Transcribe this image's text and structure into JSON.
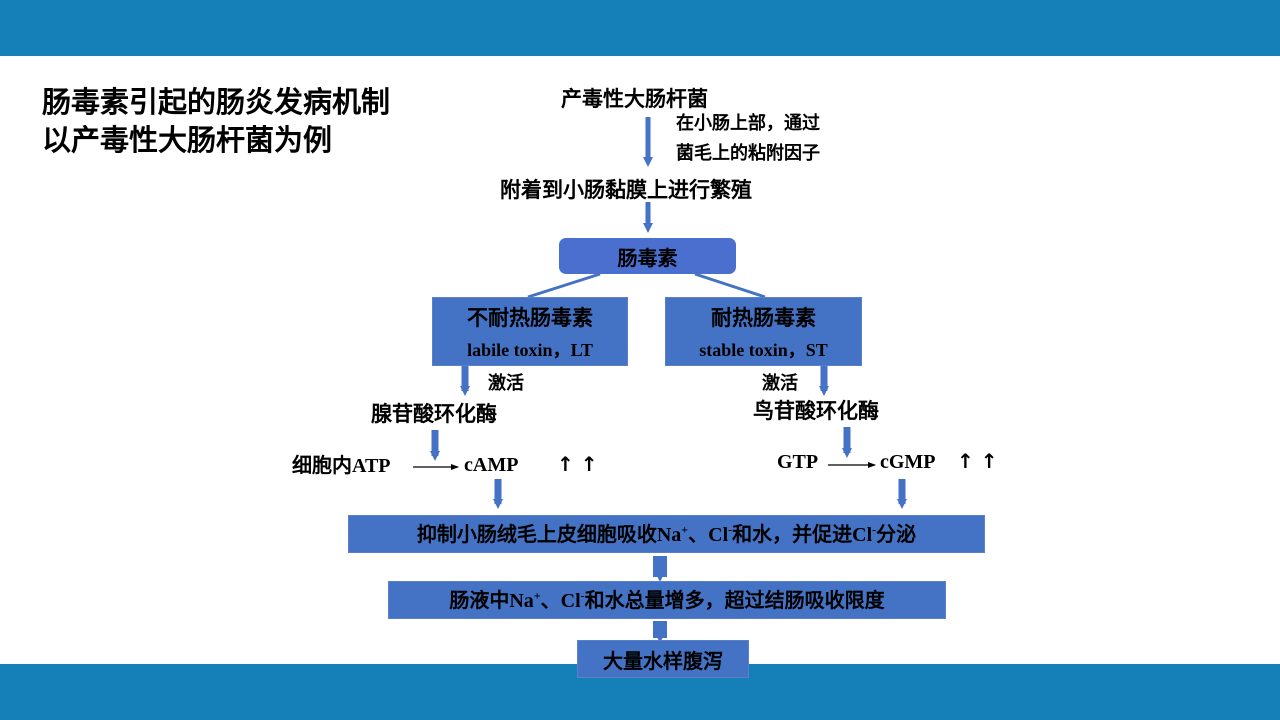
{
  "title": {
    "line1": "肠毒素引起的肠炎发病机制",
    "line2": "以产毒性大肠杆菌为例"
  },
  "flow": {
    "bacteria": "产毒性大肠杆菌",
    "via_line1": "在小肠上部，通过",
    "via_line2": "菌毛上的粘附因子",
    "attach": "附着到小肠黏膜上进行繁殖",
    "enterotoxin": "肠毒素",
    "lt_cn": "不耐热肠毒素",
    "lt_en": "labile toxin，LT",
    "st_cn": "耐热肠毒素",
    "st_en": "stable toxin，ST",
    "activate_left": "激活",
    "activate_right": "激活",
    "adenylate_cyclase": "腺苷酸环化酶",
    "guanylate_cyclase": "鸟苷酸环化酶",
    "left_reaction_prefix": "细胞内",
    "atp": "ATP",
    "camp": "cAMP",
    "camp_up": "↑ ↑",
    "gtp": "GTP",
    "cgmp": "cGMP",
    "cgmp_up": "↑ ↑",
    "inhibit": {
      "p1": "抑制小肠绒毛上皮细胞吸收",
      "na": "Na",
      "na_sup": "+",
      "sep": "、",
      "cl1": "Cl",
      "cl1_sup": "-",
      "p2": "和水，并促进",
      "cl2": "Cl",
      "cl2_sup": "-",
      "p3": "分泌"
    },
    "increase": {
      "p1": "肠液中",
      "na": "Na",
      "na_sup": "+",
      "sep": "、",
      "cl": "Cl",
      "cl_sup": "-",
      "p2": "和水总量增多，超过结肠吸收限度"
    },
    "diarrhea": "大量水样腹泻"
  },
  "colors": {
    "band": "#1580b8",
    "box_blue": "#4472c4",
    "pill_blue": "#4a6fcf",
    "arrow_blue": "#4472c4"
  }
}
